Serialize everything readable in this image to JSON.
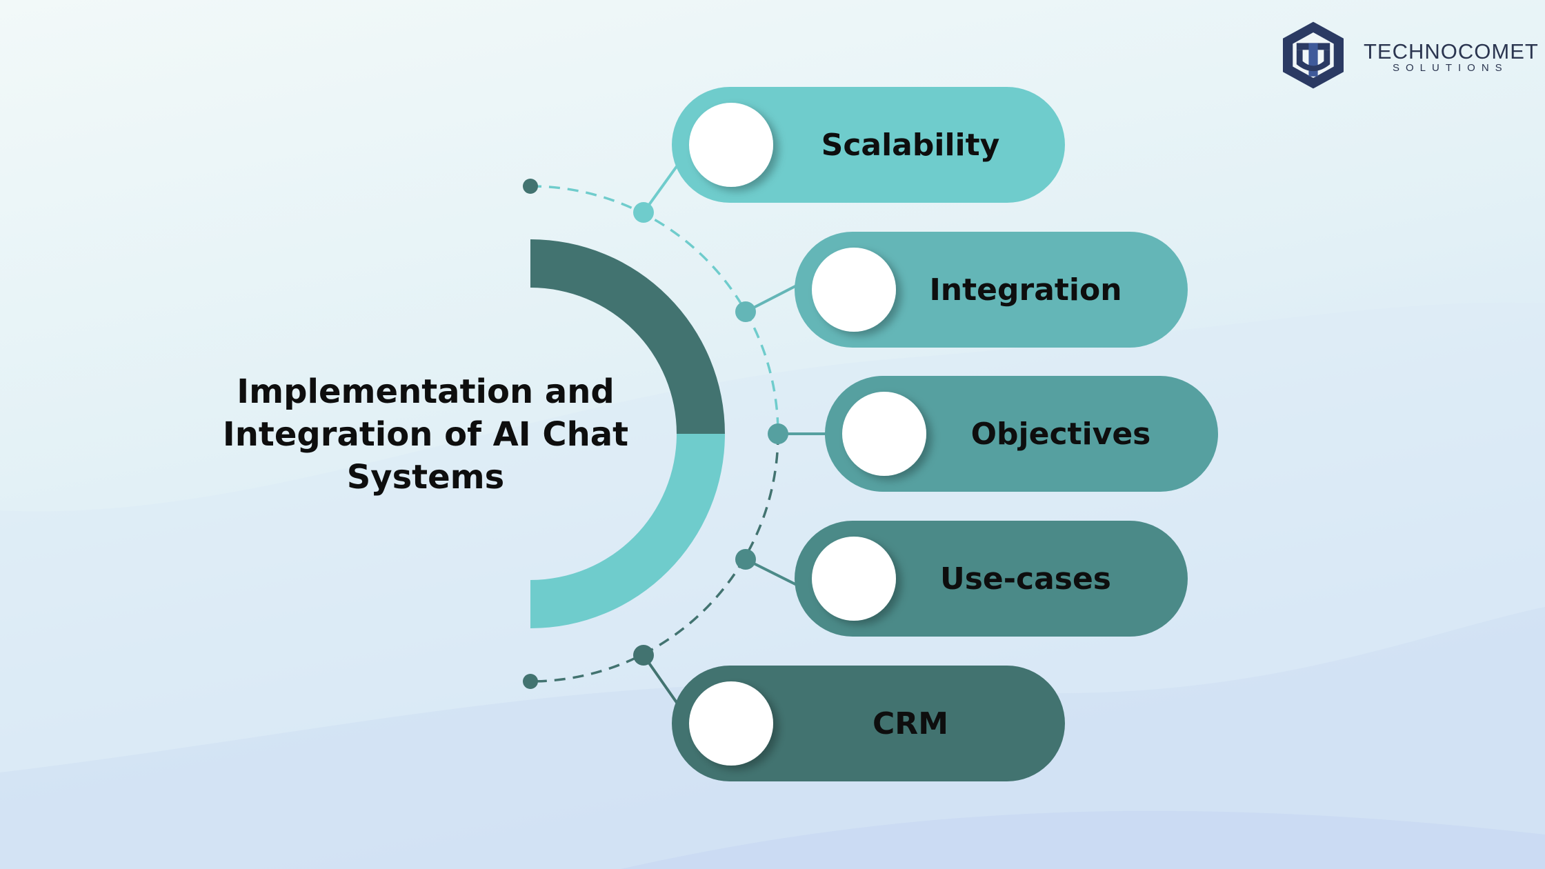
{
  "title": {
    "lines": [
      "Implementation and",
      "Integration of AI Chat",
      "Systems"
    ]
  },
  "brand": {
    "name": "TECHNOCOMET",
    "tagline": "SOLUTIONS",
    "icon": "technocomet-logo-icon"
  },
  "items": [
    {
      "label": "Scalability",
      "color": "#6fcccc"
    },
    {
      "label": "Integration",
      "color": "#64b6b7"
    },
    {
      "label": "Objectives",
      "color": "#56a0a0"
    },
    {
      "label": "Use-cases",
      "color": "#4b8a88"
    },
    {
      "label": "CRM",
      "color": "#427370"
    }
  ],
  "colors": {
    "arc_dark": "#427370",
    "arc_light": "#6fcccc",
    "background_top": "#eef7f8",
    "background_bottom": "#cfe0f4",
    "logo": "#2b3a63"
  }
}
